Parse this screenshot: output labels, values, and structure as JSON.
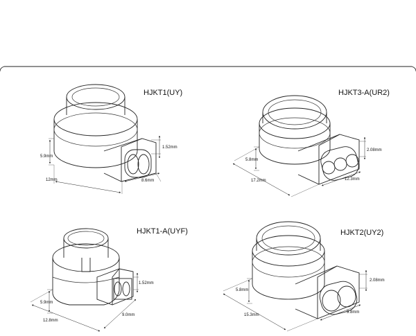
{
  "diagram": {
    "parts": [
      {
        "name": "HJKT1(UY)",
        "dims": [
          "5.9mm",
          "12mm",
          "1.52mm",
          "8.6mm"
        ]
      },
      {
        "name": "HJKT3-A(UR2)",
        "dims": [
          "5.8mm",
          "17.2mm",
          "2.08mm",
          "12.3mm"
        ]
      },
      {
        "name": "HJKT1-A(UYF)",
        "dims": [
          "5.9mm",
          "12.8mm",
          "1.52mm",
          "9.0mm"
        ]
      },
      {
        "name": "HJKT2(UY2)",
        "dims": [
          "5.8mm",
          "15.3mm",
          "2.08mm",
          "9.8mm"
        ]
      }
    ]
  }
}
